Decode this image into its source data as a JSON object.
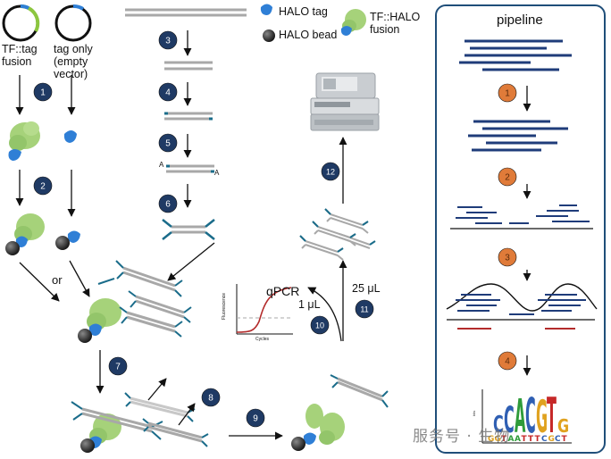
{
  "labels": {
    "tf_tag_fusion": "TF::tag\nfusion",
    "tag_only": "tag only\n(empty\nvector)",
    "halo_tag": "HALO tag",
    "halo_bead": "HALO bead",
    "tf_halo_fusion": "TF::HALO\nfusion",
    "or": "or",
    "qpcr": "qPCR",
    "one_ul": "1 μL",
    "twentyfive_ul": "25 μL",
    "fluorescence": "Fluorescence",
    "cycles": "Cycles",
    "adapter_a1": "A",
    "adapter_a2": "A",
    "pipeline": "pipeline",
    "logo_axis": "bits",
    "watermark": "服务号 · 生物"
  },
  "steps": {
    "s1": "1",
    "s2": "2",
    "s3": "3",
    "s4": "4",
    "s5": "5",
    "s6": "6",
    "s7": "7",
    "s8": "8",
    "s9": "9",
    "s10": "10",
    "s11": "11",
    "s12": "12",
    "p1": "1",
    "p2": "2",
    "p3": "3",
    "p4": "4"
  },
  "motif": {
    "letters": "CCACGTG",
    "lower": "GGTAATTTCGCT"
  },
  "colors": {
    "step_fill": "#1f3a64",
    "pipe_step_fill": "#e07b39",
    "navy": "#1f3c7a",
    "blue_tag": "#2f7fd6",
    "green": "#9bcf6f",
    "red_line": "#b32b2b",
    "gray_dna": "#a8a8a8",
    "teal_adapter": "#1a6c8a",
    "box_border": "#1f4e79"
  }
}
